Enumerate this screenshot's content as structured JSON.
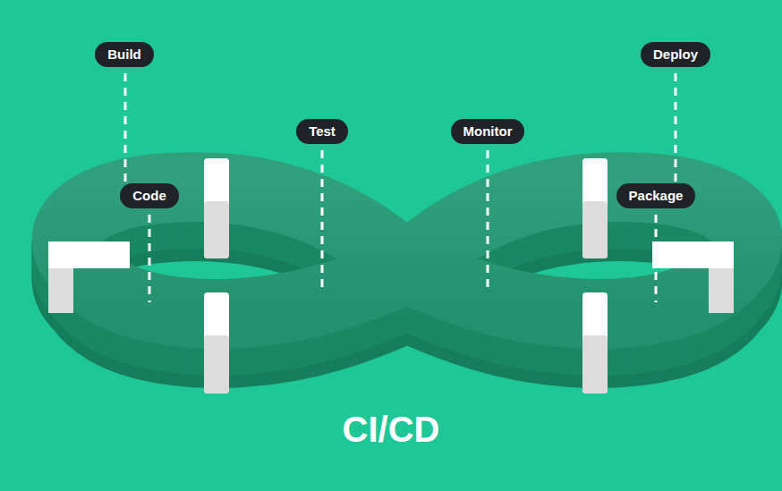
{
  "diagram": {
    "title": "CI/CD",
    "nodes": [
      {
        "text": [
          "Build"
        ]
      },
      {
        "text": [
          "Deploy"
        ]
      },
      {
        "text": [
          "Test"
        ]
      },
      {
        "text": [
          "Monitor"
        ]
      },
      {
        "text": [
          "Code"
        ]
      },
      {
        "text": [
          "Package"
        ]
      }
    ]
  }
}
